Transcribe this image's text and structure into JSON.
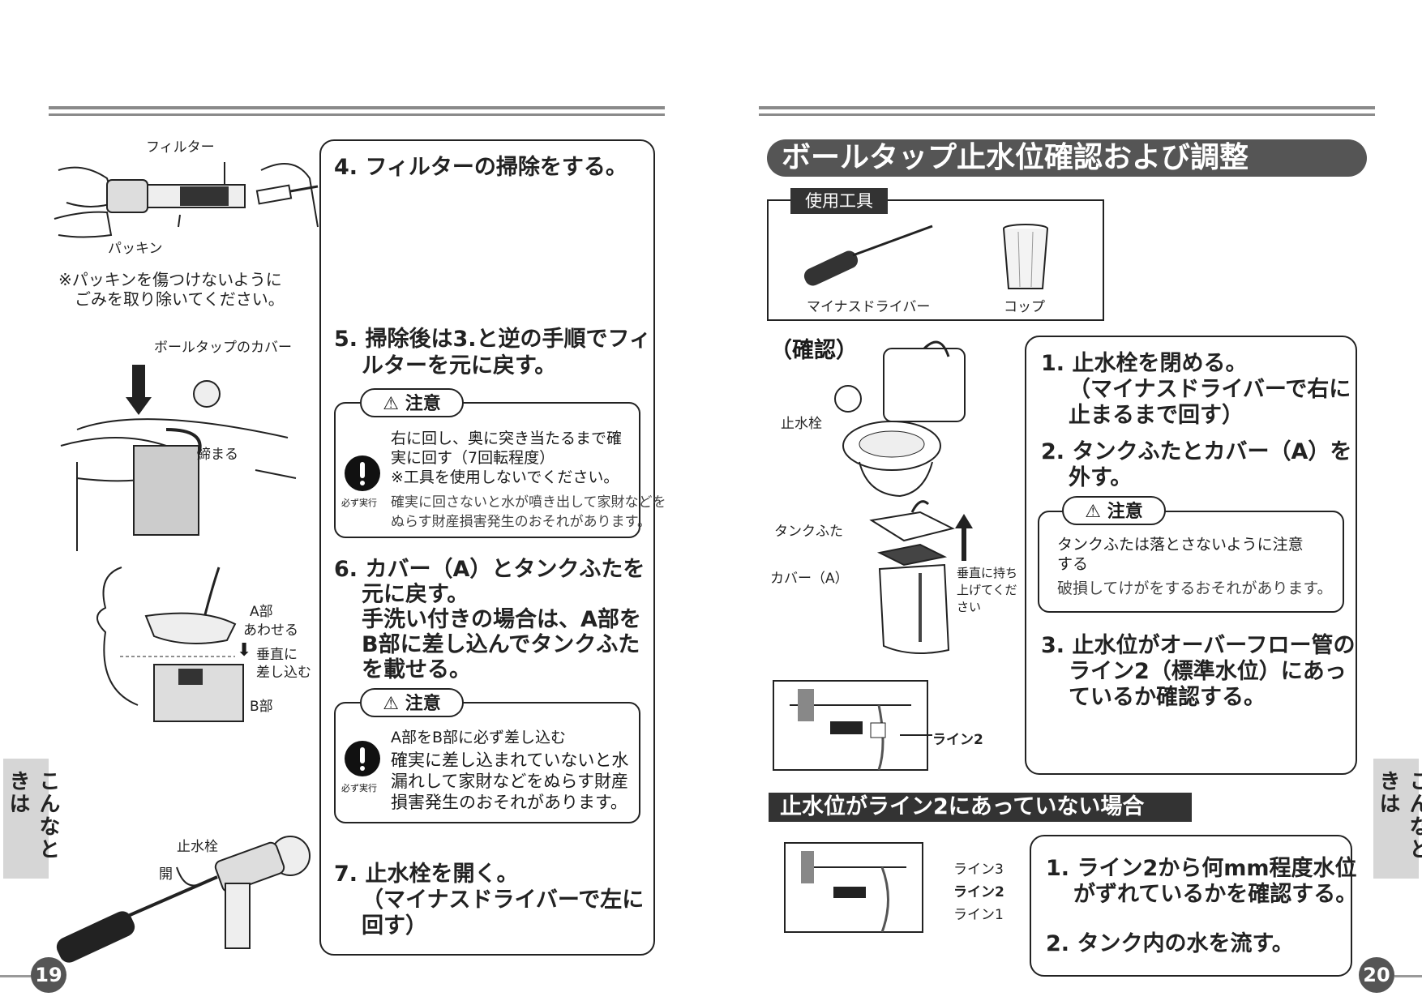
{
  "left": {
    "figure_labels": {
      "filter": "フィルター",
      "packing": "パッキン",
      "note_line1": "※パッキンを傷つけないように",
      "note_line2": "ごみを取り除いてください。",
      "balltap_cover": "ボールタップのカバー",
      "tighten": "締まる",
      "a_part": "A部",
      "align": "あわせる",
      "vertical": "垂直に",
      "insert": "差し込む",
      "b_part": "B部",
      "stopcock": "止水栓",
      "open": "開"
    },
    "steps": {
      "s4": "4. フィルターの掃除をする。",
      "s5_l1": "5. 掃除後は3.と逆の手順でフィ",
      "s5_l2": "ルターを元に戻す。",
      "s6_l1": "6. カバー（A）とタンクふたを",
      "s6_l2": "元に戻す。",
      "s6_l3": "手洗い付きの場合は、A部を",
      "s6_l4": "B部に差し込んでタンクふた",
      "s6_l5": "を載せる。",
      "s7_l1": "7. 止水栓を開く。",
      "s7_l2": "（マイナスドライバーで左に",
      "s7_l3": "回す）"
    },
    "caution1": {
      "title": "注意",
      "must": "必ず実行",
      "l1": "右に回し、奥に突き当たるまで確",
      "l2": "実に回す（7回転程度）",
      "l3": "※工具を使用しないでください。",
      "n1": "確実に回さないと水が噴き出して家財などを",
      "n2": "ぬらす財産損害発生のおそれがあります。"
    },
    "caution2": {
      "title": "注意",
      "must": "必ず実行",
      "l1": "A部をB部に必ず差し込む",
      "l2": "確実に差し込まれていないと水",
      "l3": "漏れして家財などをぬらす財産",
      "l4": "損害発生のおそれがあります。"
    },
    "side_tab": "こんなときは",
    "page_number": "19"
  },
  "right": {
    "title": "ボールタップ止水位確認および調整",
    "tools": {
      "heading": "使用工具",
      "screwdriver": "マイナスドライバー",
      "cup": "コップ"
    },
    "check_heading": "（確認）",
    "figure_labels": {
      "stopcock": "止水栓",
      "tank_lid": "タンクふた",
      "cover_a": "カバー（A）",
      "lift_l1": "垂直に持ち",
      "lift_l2": "上げてくだ",
      "lift_l3": "さい",
      "line2": "ライン2",
      "line3": "ライン3",
      "line2b": "ライン2",
      "line1": "ライン1"
    },
    "steps": {
      "s1_l1": "1. 止水栓を閉める。",
      "s1_l2": "（マイナスドライバーで右に",
      "s1_l3": "止まるまで回す）",
      "s2_l1": "2. タンクふたとカバー（A）を",
      "s2_l2": "外す。",
      "s3_l1": "3. 止水位がオーバーフロー管の",
      "s3_l2": "ライン2（標準水位）にあっ",
      "s3_l3": "ているか確認する。"
    },
    "caution": {
      "title": "注意",
      "l1": "タンクふたは落とさないように注意",
      "l2": "する",
      "n1": "破損してけがをするおそれがあります。"
    },
    "section2": "止水位がライン2にあっていない場合",
    "adjust": {
      "a1_l1": "1. ライン2から何mm程度水位",
      "a1_l2": "がずれているかを確認する。",
      "a2": "2. タンク内の水を流す。"
    },
    "side_tab": "こんなときは",
    "page_number": "20"
  },
  "colors": {
    "rule": "#8a8a8a",
    "title_bar": "#555555",
    "section_bar": "#333333",
    "tab_bg": "#d6d6d6"
  }
}
